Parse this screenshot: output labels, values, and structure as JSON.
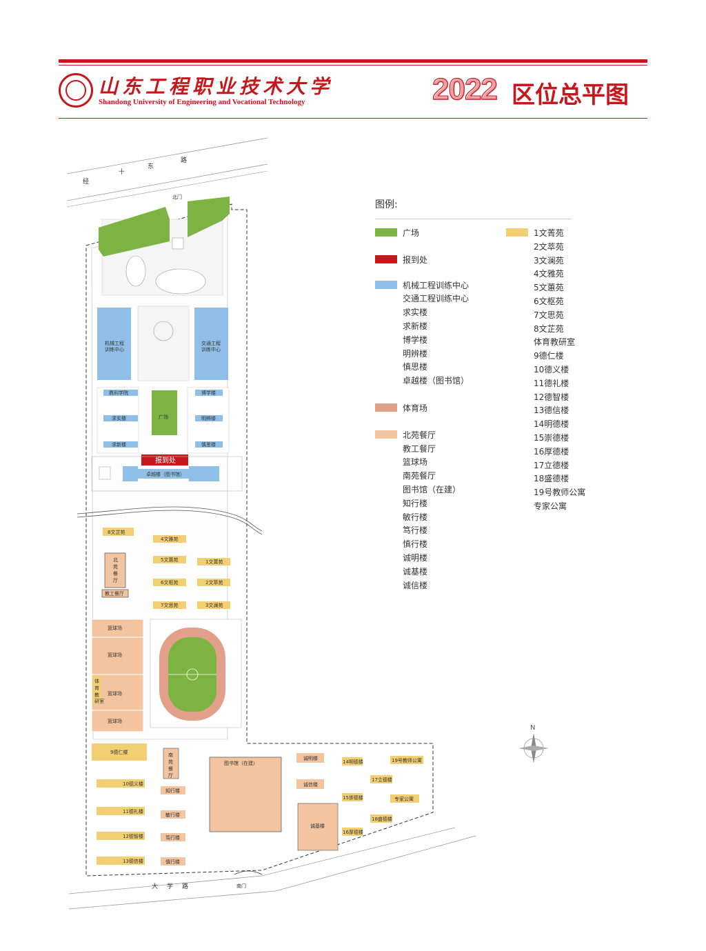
{
  "header": {
    "university_cn": "山东工程职业技术大学",
    "university_en": "Shandong University of Engineering and Vocational Technology",
    "title_year": "2022",
    "title_text": "区位总平图"
  },
  "legend": {
    "title": "图例:",
    "groups": [
      {
        "color": "#7cb342",
        "items": [
          "广场"
        ]
      },
      {
        "color": "#c8161d",
        "items": [
          "报到处"
        ]
      },
      {
        "color": "#8fbfe6",
        "items": [
          "机械工程训练中心",
          "交通工程训练中心",
          "求实楼",
          "求新楼",
          "博学楼",
          "明辨楼",
          "慎思楼",
          "卓越楼（图书馆）"
        ]
      },
      {
        "color": "#e2a08a",
        "items": [
          "体育场"
        ]
      },
      {
        "color": "#f2c4a0",
        "items": [
          "北苑餐厅",
          "教工餐厅",
          "篮球场",
          "南苑餐厅",
          "图书馆（在建）",
          "知行楼",
          "敏行楼",
          "笃行楼",
          "慎行楼",
          "诚明楼",
          "诚基楼",
          "诚信楼"
        ]
      }
    ],
    "groups_right": [
      {
        "color": "#f2cf72",
        "items": [
          "1文菁苑",
          "2文萃苑",
          "3文澜苑",
          "4文雅苑",
          "5文蕙苑",
          "6文枢苑",
          "7文思苑",
          "8文芷苑",
          "体育教研室",
          "9德仁楼",
          "10德义楼",
          "11德礼楼",
          "12德智楼",
          "13德信楼",
          "14明德楼",
          "15崇德楼",
          "16厚德楼",
          "17立德楼",
          "18盛德楼",
          "19号教师公寓",
          "专家公寓"
        ]
      }
    ]
  },
  "map": {
    "roads": {
      "north_chars": [
        "经",
        "十",
        "东",
        "路"
      ],
      "south_chars": [
        "大",
        "学",
        "路"
      ]
    },
    "gates": {
      "north": "北门",
      "south": "南门"
    },
    "compass": "N",
    "labels": {
      "jixie": "机械工程\n训练中心",
      "jiaotong": "交通工程\n训练中心",
      "qili": "鼎利学院",
      "qiushi": "求实楼",
      "qiuxin": "求新楼",
      "guangchang": "广场",
      "boxue": "博学楼",
      "mingbian": "明辨楼",
      "shensi": "慎思楼",
      "baodao": "报到处",
      "zhuoyue": "卓越楼（图书馆）",
      "w8": "8文芷苑",
      "w4": "4文雅苑",
      "w5": "5文蕙苑",
      "w1": "1文菁苑",
      "w6": "6文枢苑",
      "w2": "2文萃苑",
      "w7": "7文思苑",
      "w3": "3文澜苑",
      "beiyuan": "北苑餐厅",
      "jiaogong": "教工餐厅",
      "lanqiu": "篮球场",
      "tiyu": "体育教研室",
      "d9": "9德仁楼",
      "nanyuan": "南苑餐厅",
      "tushu": "图书馆（在建）",
      "chengming": "诚明楼",
      "chengxin": "诚信楼",
      "d10": "10德义楼",
      "d11": "11德礼楼",
      "zhixing": "知行楼",
      "minxing": "敏行楼",
      "d12": "12德智楼",
      "d13": "13德信楼",
      "duxing": "笃行楼",
      "shenxing": "慎行楼",
      "chengji": "诚基楼",
      "d14": "14明德楼",
      "d15": "15崇德楼",
      "d16": "16厚德楼",
      "d17": "17立德楼",
      "d18": "18盛德楼",
      "t19": "19号教师公寓",
      "zhuanjia": "专家公寓"
    }
  },
  "colors": {
    "brand_red": "#c8161d",
    "plaza_green": "#7cb342",
    "blue_building": "#8fbfe6",
    "peach": "#f2c4a0",
    "yellow": "#f2cf72",
    "track": "#e2a08a"
  }
}
